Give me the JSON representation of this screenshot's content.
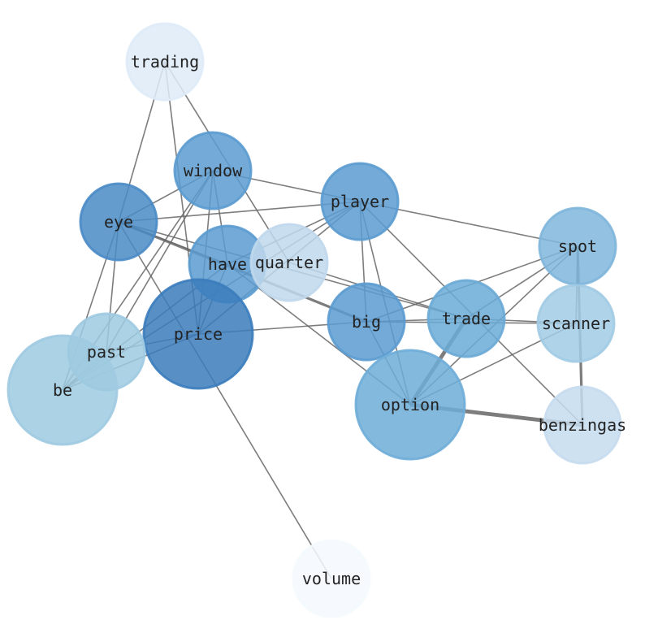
{
  "nodes": [
    {
      "id": "trading",
      "label": "trading",
      "size": 1,
      "color": "#deebf7"
    },
    {
      "id": "window",
      "label": "window",
      "size": 1,
      "color": "#5b9bd0"
    },
    {
      "id": "eye",
      "label": "eye",
      "size": 1,
      "color": "#4a8bc6"
    },
    {
      "id": "player",
      "label": "player",
      "size": 1,
      "color": "#5b9bd0"
    },
    {
      "id": "spot",
      "label": "spot",
      "size": 1,
      "color": "#7fb6dc"
    },
    {
      "id": "have",
      "label": "have",
      "size": 1,
      "color": "#5b9bd0"
    },
    {
      "id": "quarter",
      "label": "quarter",
      "size": 1,
      "color": "#c0d8ec"
    },
    {
      "id": "big",
      "label": "big",
      "size": 1,
      "color": "#5b9bd0"
    },
    {
      "id": "trade",
      "label": "trade",
      "size": 1,
      "color": "#6aaad6"
    },
    {
      "id": "scanner",
      "label": "scanner",
      "size": 1,
      "color": "#a1cbe4"
    },
    {
      "id": "price",
      "label": "price",
      "size": 2,
      "color": "#3b7cbc"
    },
    {
      "id": "past",
      "label": "past",
      "size": 1,
      "color": "#9ecae1"
    },
    {
      "id": "be",
      "label": "be",
      "size": 2,
      "color": "#9ecae1"
    },
    {
      "id": "option",
      "label": "option",
      "size": 2,
      "color": "#6eadd8"
    },
    {
      "id": "benzingas",
      "label": "benzingas",
      "size": 1,
      "color": "#c6dcee"
    },
    {
      "id": "volume",
      "label": "volume",
      "size": 1,
      "color": "#f4f9fe"
    }
  ],
  "edges": [
    [
      "trading",
      "eye",
      1
    ],
    [
      "trading",
      "price",
      1
    ],
    [
      "trading",
      "quarter",
      1
    ],
    [
      "window",
      "eye",
      1
    ],
    [
      "window",
      "player",
      1
    ],
    [
      "window",
      "be",
      1
    ],
    [
      "window",
      "past",
      1
    ],
    [
      "window",
      "price",
      1
    ],
    [
      "window",
      "have",
      1
    ],
    [
      "eye",
      "player",
      1
    ],
    [
      "eye",
      "have",
      1
    ],
    [
      "eye",
      "big",
      2
    ],
    [
      "eye",
      "trade",
      1
    ],
    [
      "eye",
      "past",
      1
    ],
    [
      "eye",
      "be",
      1
    ],
    [
      "eye",
      "volume",
      1
    ],
    [
      "have",
      "option",
      1
    ],
    [
      "player",
      "spot",
      1
    ],
    [
      "player",
      "big",
      1
    ],
    [
      "player",
      "option",
      1
    ],
    [
      "player",
      "price",
      1
    ],
    [
      "player",
      "be",
      1
    ],
    [
      "player",
      "benzingas",
      1
    ],
    [
      "player",
      "have",
      1
    ],
    [
      "price",
      "big",
      1
    ],
    [
      "price",
      "be",
      1
    ],
    [
      "price",
      "past",
      1
    ],
    [
      "price",
      "have",
      1
    ],
    [
      "big",
      "trade",
      1
    ],
    [
      "big",
      "scanner",
      1
    ],
    [
      "big",
      "spot",
      1
    ],
    [
      "big",
      "option",
      1
    ],
    [
      "trade",
      "scanner",
      1
    ],
    [
      "trade",
      "spot",
      1
    ],
    [
      "trade",
      "option",
      3
    ],
    [
      "quarter",
      "trade",
      1
    ],
    [
      "spot",
      "option",
      1
    ],
    [
      "spot",
      "scanner",
      1
    ],
    [
      "spot",
      "benzingas",
      2
    ],
    [
      "scanner",
      "option",
      1
    ],
    [
      "option",
      "benzingas",
      3
    ],
    [
      "be",
      "past",
      1
    ],
    [
      "be",
      "have",
      1
    ]
  ]
}
